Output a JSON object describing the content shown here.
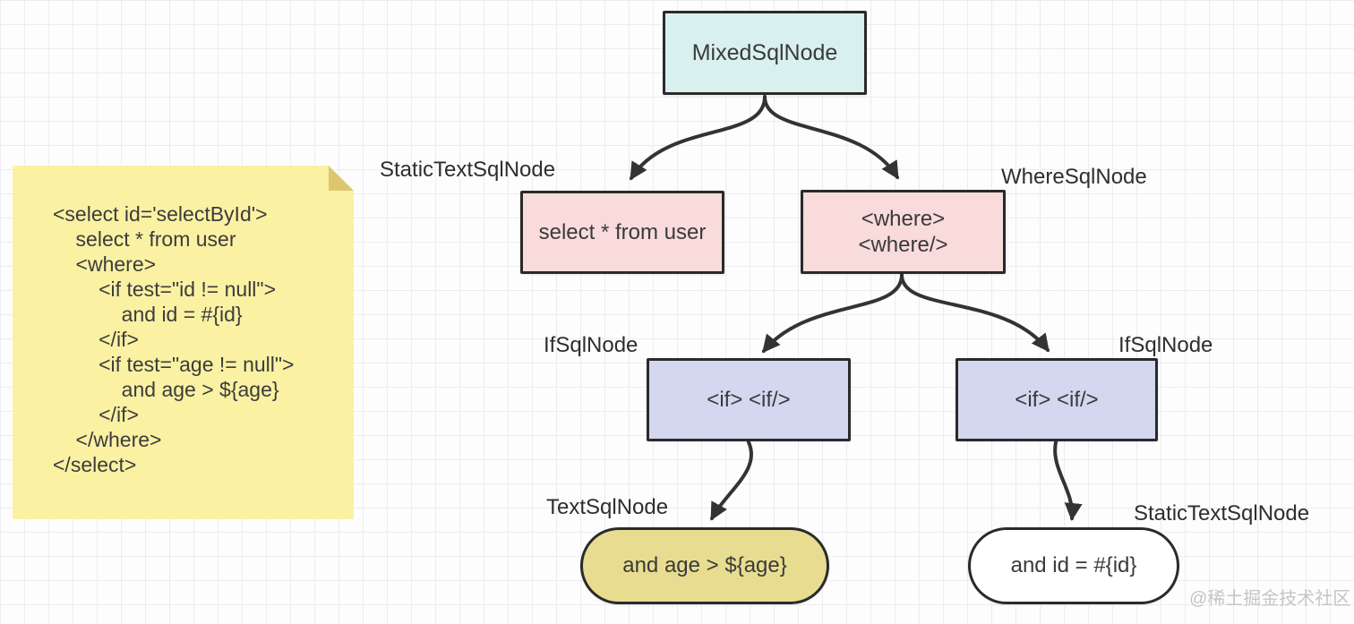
{
  "palette": {
    "arrow": "#333333",
    "node_border": "#2a2a2a",
    "mixed_fill": "#d8f0ee",
    "static_text_fill": "#f8dbda",
    "if_fill": "#d3d7f0",
    "text_leaf_fill": "#e8dc90",
    "static_leaf_fill": "#ffffff",
    "note_fill": "#faf1a3",
    "note_fold": "#dcc76f",
    "grid_line": "#ececf1",
    "watermark_color": "#c5c5c5"
  },
  "sticky_note": {
    "code": "<select id='selectById'>\n    select * from user\n    <where>\n        <if test=\"id != null\">\n            and id = #{id}\n        </if>\n        <if test=\"age != null\">\n            and age > ${age}\n        </if>\n    </where>\n</select>"
  },
  "nodes": {
    "mixed": {
      "text": "MixedSqlNode"
    },
    "static_left": {
      "type_label": "StaticTextSqlNode",
      "text": "select * from user"
    },
    "where": {
      "type_label": "WhereSqlNode",
      "line1": "<where>",
      "line2": "<where/>"
    },
    "if_left": {
      "type_label": "IfSqlNode",
      "text": "<if> <if/>"
    },
    "if_right": {
      "type_label": "IfSqlNode",
      "text": "<if> <if/>"
    },
    "text_leaf": {
      "type_label": "TextSqlNode",
      "text": "and age > ${age}"
    },
    "static_leaf": {
      "type_label": "StaticTextSqlNode",
      "text": "and id = #{id}"
    }
  },
  "watermark": "@稀土掘金技术社区"
}
